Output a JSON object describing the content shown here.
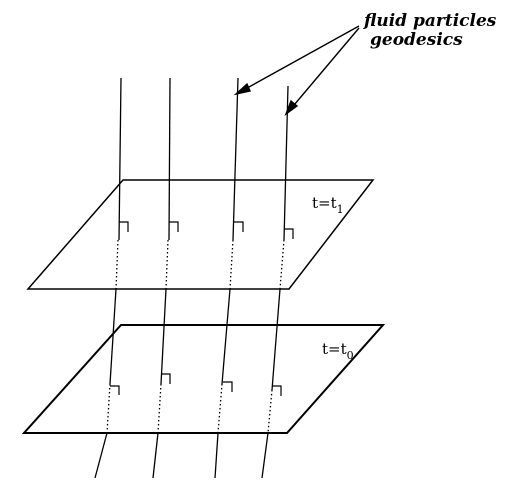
{
  "annotation": {
    "line1": "fluid particles",
    "line2": "geodesics"
  },
  "planes": [
    {
      "id": "upper",
      "label_base": "t=t",
      "label_sub": "1"
    },
    {
      "id": "lower",
      "label_base": "t=t",
      "label_sub": "0"
    }
  ],
  "colors": {
    "line": "#000000",
    "background": "#ffffff"
  }
}
